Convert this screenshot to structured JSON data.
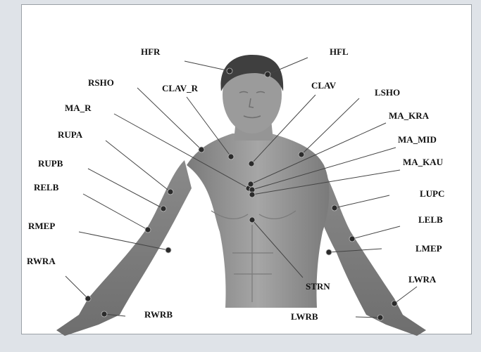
{
  "figure": {
    "markers": [
      {
        "id": "HFR",
        "label": "HFR"
      },
      {
        "id": "HFL",
        "label": "HFL"
      },
      {
        "id": "RSHO",
        "label": "RSHO"
      },
      {
        "id": "CLAV_R",
        "label": "CLAV_R"
      },
      {
        "id": "CLAV",
        "label": "CLAV"
      },
      {
        "id": "LSHO",
        "label": "LSHO"
      },
      {
        "id": "MA_R",
        "label": "MA_R"
      },
      {
        "id": "MA_KRA",
        "label": "MA_KRA"
      },
      {
        "id": "RUPA",
        "label": "RUPA"
      },
      {
        "id": "MA_MID",
        "label": "MA_MID"
      },
      {
        "id": "RUPB",
        "label": "RUPB"
      },
      {
        "id": "MA_KAU",
        "label": "MA_KAU"
      },
      {
        "id": "RELB",
        "label": "RELB"
      },
      {
        "id": "LUPC",
        "label": "LUPC"
      },
      {
        "id": "RMEP",
        "label": "RMEP"
      },
      {
        "id": "LELB",
        "label": "LELB"
      },
      {
        "id": "LMEP",
        "label": "LMEP"
      },
      {
        "id": "RWRA",
        "label": "RWRA"
      },
      {
        "id": "STRN",
        "label": "STRN"
      },
      {
        "id": "LWRA",
        "label": "LWRA"
      },
      {
        "id": "RWRB",
        "label": "RWRB"
      },
      {
        "id": "LWRB",
        "label": "LWRB"
      }
    ],
    "colors": {
      "body_fill": "#8d8d8d",
      "hair": "#3f3f3f",
      "marker": "#2b2b2b",
      "leader_line": "#444444",
      "label": "#111111",
      "frame_bg": "#ffffff",
      "page_bg": "#dfe3e8"
    }
  }
}
